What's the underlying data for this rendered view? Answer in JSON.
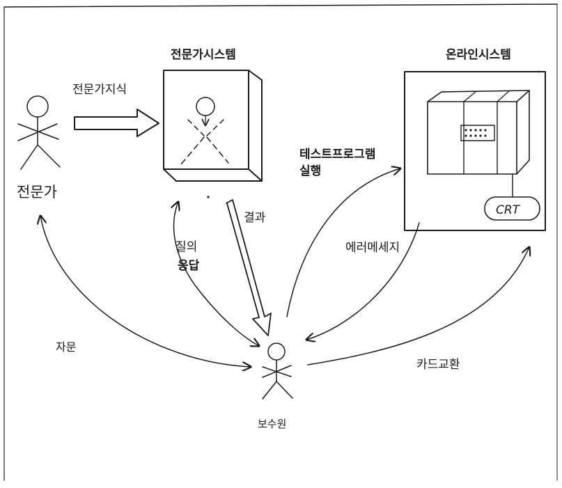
{
  "labels": {
    "expert": "전문가",
    "expert_knowledge": "전문가지식",
    "expert_system": "전문가시스템",
    "online_system": "온라인시스템",
    "result": "결과",
    "query": "질의",
    "answer": "응답",
    "test_program_line1": "테스트프로그램",
    "test_program_line2": "실행",
    "error_message": "에러메세지",
    "consultation": "자문",
    "card_exchange": "카드교환",
    "maintainer": "보수원",
    "crt": "CRT"
  }
}
